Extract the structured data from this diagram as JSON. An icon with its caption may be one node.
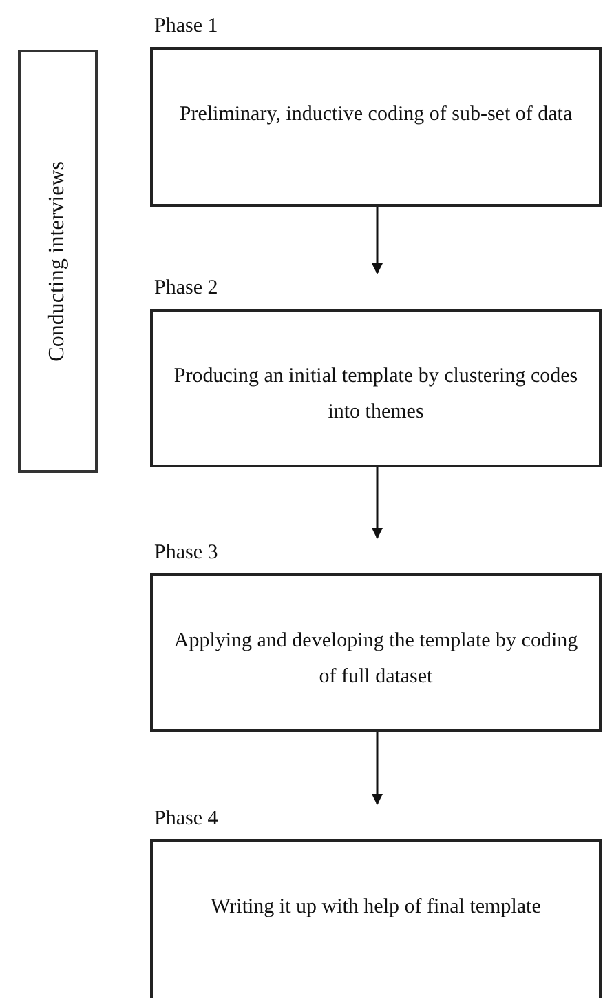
{
  "diagram": {
    "nodes": [
      {
        "text": [
          "Conducting interviews"
        ]
      },
      {
        "text": [
          "Phase 1",
          "Preliminary, inductive coding of sub-set of data"
        ]
      },
      {
        "text": [
          "Phase 2",
          "Producing an initial template by clustering codes into themes"
        ]
      },
      {
        "text": [
          "Phase 3",
          "Applying and developing the template by coding of full dataset"
        ]
      },
      {
        "text": [
          "Phase 4",
          "Writing it up with help of final template"
        ]
      }
    ],
    "edges": [
      {
        "from": 1,
        "to": 2,
        "arrow": "to"
      },
      {
        "from": 2,
        "to": 3,
        "arrow": "to"
      },
      {
        "from": 3,
        "to": 4,
        "arrow": "to"
      }
    ]
  }
}
